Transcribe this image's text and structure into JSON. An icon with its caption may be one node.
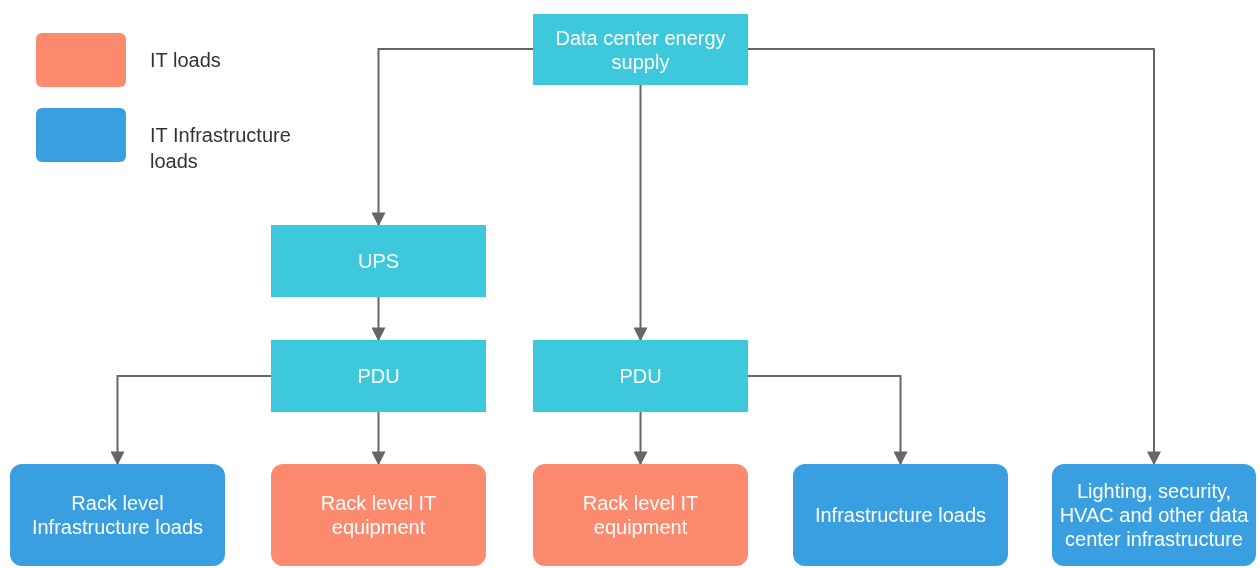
{
  "diagram": {
    "nodes": [
      {
        "text": [
          "Data center energy supply"
        ]
      },
      {
        "text": [
          "UPS"
        ]
      },
      {
        "text": [
          "PDU"
        ]
      },
      {
        "text": [
          "PDU"
        ]
      },
      {
        "text": [
          "Rack level Infrastructure loads"
        ]
      },
      {
        "text": [
          "Rack level IT equipment"
        ]
      },
      {
        "text": [
          "Rack level IT equipment"
        ]
      },
      {
        "text": [
          "Infrastructure loads"
        ]
      },
      {
        "text": [
          "Lighting, security, HVAC and other data center infrastructure"
        ]
      }
    ],
    "edges": [
      {
        "from": 0,
        "to": 1,
        "arrow": "to"
      },
      {
        "from": 0,
        "to": 3,
        "arrow": "to"
      },
      {
        "from": 0,
        "to": 8,
        "arrow": "to"
      },
      {
        "from": 1,
        "to": 2,
        "arrow": "to"
      },
      {
        "from": 2,
        "to": 4,
        "arrow": "to"
      },
      {
        "from": 2,
        "to": 5,
        "arrow": "to"
      },
      {
        "from": 3,
        "to": 6,
        "arrow": "to"
      },
      {
        "from": 3,
        "to": 7,
        "arrow": "to"
      }
    ],
    "legend": [
      {
        "text": "IT loads",
        "color": "#fc8a6f"
      },
      {
        "text": "IT Infrastructure loads",
        "color": "#3a9fe0"
      }
    ]
  }
}
